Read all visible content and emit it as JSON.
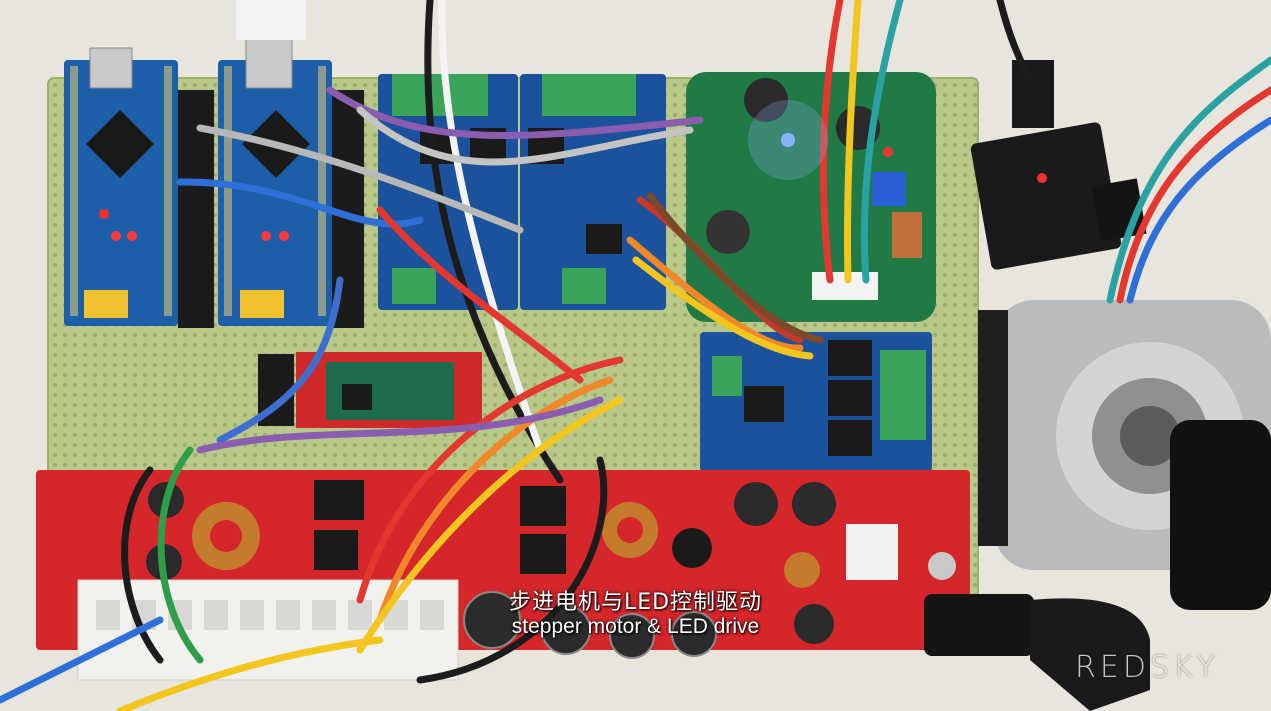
{
  "subtitle": {
    "chinese": "步进电机与LED控制驱动",
    "english": "stepper motor & LED drive"
  },
  "watermark": "REDSKY",
  "colors": {
    "perfboard": "#b9c98a",
    "nano_pcb": "#1e5fa8",
    "driver_pcb": "#1a4f9a",
    "power_pcb": "#d8262a",
    "green_pcb": "#1f7a45",
    "motor_metal": "#b7b9bb"
  }
}
